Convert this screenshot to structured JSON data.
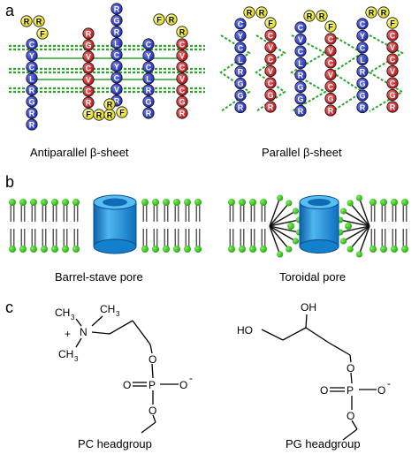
{
  "panels": {
    "a": {
      "letter": "a",
      "left_caption": "Antiparallel β-sheet",
      "right_caption": "Parallel β-sheet",
      "antiparallel": {
        "strand1": [
          "F",
          "R",
          "R",
          "C",
          "Y",
          "C",
          "L",
          "R",
          "G",
          "R",
          "R"
        ],
        "strand2": [
          "R",
          "G",
          "V",
          "C",
          "V",
          "C",
          "R",
          "F",
          "R",
          "R"
        ],
        "strand3": [
          "R",
          "G",
          "R",
          "L",
          "C",
          "Y",
          "C",
          "V",
          "R",
          "F",
          "R"
        ],
        "strand4": [
          "F",
          "R",
          "R",
          "C",
          "V",
          "C",
          "V",
          "C",
          "G",
          "R"
        ]
      },
      "parallel": {
        "strand1": [
          "R",
          "R",
          "F",
          "C",
          "Y",
          "C",
          "L",
          "R",
          "G",
          "G",
          "R"
        ],
        "strand2": [
          "R",
          "R",
          "F",
          "C",
          "V",
          "C",
          "V",
          "C",
          "G",
          "R"
        ],
        "strand3": [
          "R",
          "R",
          "F",
          "C",
          "V",
          "C",
          "L",
          "R",
          "G",
          "G",
          "R"
        ],
        "strand4": [
          "R",
          "R",
          "F",
          "C",
          "V",
          "C",
          "V",
          "C",
          "G",
          "R"
        ],
        "strand5": [
          "R",
          "R",
          "F",
          "C",
          "Y",
          "C",
          "L",
          "R",
          "G",
          "G",
          "R"
        ],
        "strand6": [
          "R",
          "R",
          "F",
          "C",
          "V",
          "C",
          "V",
          "C",
          "G",
          "R"
        ]
      }
    },
    "b": {
      "letter": "b",
      "left_caption": "Barrel-stave pore",
      "right_caption": "Toroidal pore"
    },
    "c": {
      "letter": "c",
      "left_caption": "PC headgroup",
      "right_caption": "PG headgroup",
      "pc": {
        "ch3_top_left": "CH",
        "ch3_top_right": "CH",
        "ch3_bottom": "CH",
        "three": "3",
        "plus": "+",
        "n": "N",
        "o_chain": "O",
        "o_double": "O",
        "p": "P",
        "o_minus": "O",
        "minus": "-",
        "o_bottom": "O"
      },
      "pg": {
        "ho": "HO",
        "oh": "OH",
        "o_chain": "O",
        "o_double": "O",
        "p": "P",
        "o_minus": "O",
        "minus": "-",
        "o_bottom": "O"
      }
    }
  },
  "colors": {
    "blue_bead": "#2e3fcf",
    "red_bead": "#d9232a",
    "yellow_bead": "#f2ec29",
    "hbond_green": "#2aa52a",
    "lipid_head": "#3cc81e",
    "pore_blue": "#1a8fd6"
  }
}
